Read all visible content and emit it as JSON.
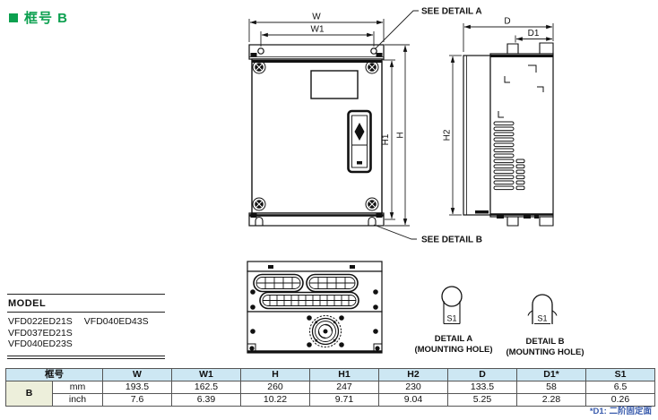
{
  "colors": {
    "title_green": "#0BA04F",
    "table_header_bg": "#CDE7F3",
    "frame_cell_bg": "#EDEFDB",
    "footnote_blue": "#3A5CAD"
  },
  "page": {
    "title": "框号 B",
    "footnote": "*D1: 二阶固定面"
  },
  "drawing": {
    "dims": {
      "w": "W",
      "w1": "W1",
      "h": "H",
      "h1": "H1",
      "h2": "H2",
      "d": "D",
      "d1": "D1"
    },
    "see_detail_a": "SEE DETAIL A",
    "see_detail_b": "SEE DETAIL B",
    "detail_a": {
      "title": "DETAIL A",
      "subtitle": "(MOUNTING HOLE)",
      "hole_label": "S1"
    },
    "detail_b": {
      "title": "DETAIL B",
      "subtitle": "(MOUNTING HOLE)",
      "hole_label": "S1"
    }
  },
  "model_table": {
    "header": "MODEL",
    "col1": [
      "VFD022ED21S",
      "VFD037ED21S",
      "VFD040ED23S"
    ],
    "col2": [
      "VFD040ED43S"
    ]
  },
  "dim_table": {
    "frame_label": "框号",
    "frame_value": "B",
    "units": [
      "mm",
      "inch"
    ],
    "columns": [
      "W",
      "W1",
      "H",
      "H1",
      "H2",
      "D",
      "D1*",
      "S1"
    ],
    "mm": [
      "193.5",
      "162.5",
      "260",
      "247",
      "230",
      "133.5",
      "58",
      "6.5"
    ],
    "inch": [
      "7.6",
      "6.39",
      "10.22",
      "9.71",
      "9.04",
      "5.25",
      "2.28",
      "0.26"
    ]
  }
}
